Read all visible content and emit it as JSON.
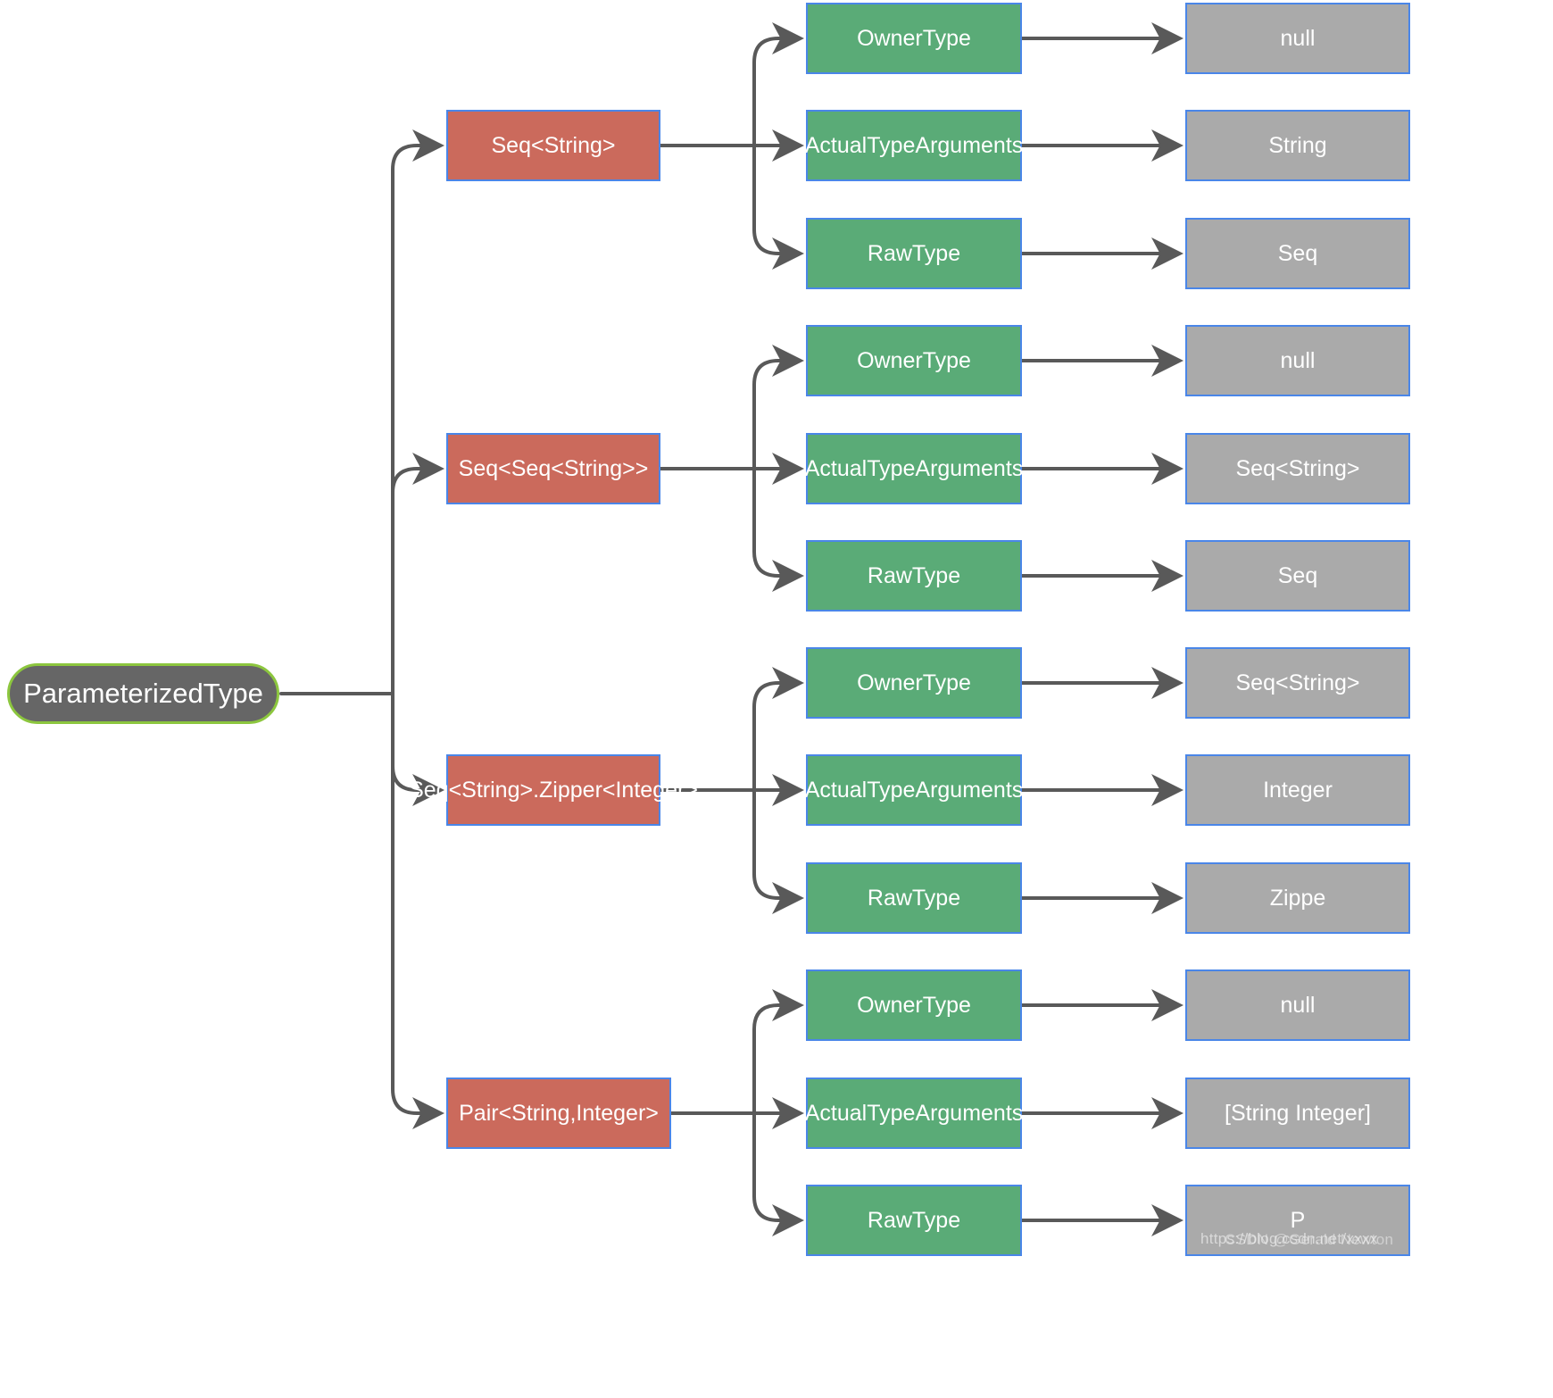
{
  "diagram": {
    "title": "ParameterizedType",
    "root": {
      "label": "ParameterizedType"
    },
    "colors": {
      "root_fill": "#666666",
      "root_border": "#8cc63e",
      "red_fill": "#cb6a5c",
      "green_fill": "#5aab77",
      "gray_fill": "#aaaaaa",
      "node_border": "#4a86e8",
      "edge": "#595959",
      "background": "#ffffff"
    },
    "groups": [
      {
        "type_label": "Seq<String>",
        "properties": [
          {
            "name": "OwnerType",
            "value": "null"
          },
          {
            "name": "ActualTypeArguments",
            "value": "String"
          },
          {
            "name": "RawType",
            "value": "Seq"
          }
        ]
      },
      {
        "type_label": "Seq<Seq<String>>",
        "properties": [
          {
            "name": "OwnerType",
            "value": "null"
          },
          {
            "name": "ActualTypeArguments",
            "value": "Seq<String>"
          },
          {
            "name": "RawType",
            "value": "Seq"
          }
        ]
      },
      {
        "type_label": "Seq<String>.Zipper<Integer>",
        "properties": [
          {
            "name": "OwnerType",
            "value": "Seq<String>"
          },
          {
            "name": "ActualTypeArguments",
            "value": "Integer"
          },
          {
            "name": "RawType",
            "value": "Zippe"
          }
        ]
      },
      {
        "type_label": "Pair<String,Integer>",
        "properties": [
          {
            "name": "OwnerType",
            "value": "null"
          },
          {
            "name": "ActualTypeArguments",
            "value": "[String Integer]"
          },
          {
            "name": "RawType",
            "value": "P"
          }
        ]
      }
    ],
    "watermark": {
      "line1": "https://blog.csdn.net/xxxx",
      "line2": "CSDN @Gerald Newton"
    }
  }
}
